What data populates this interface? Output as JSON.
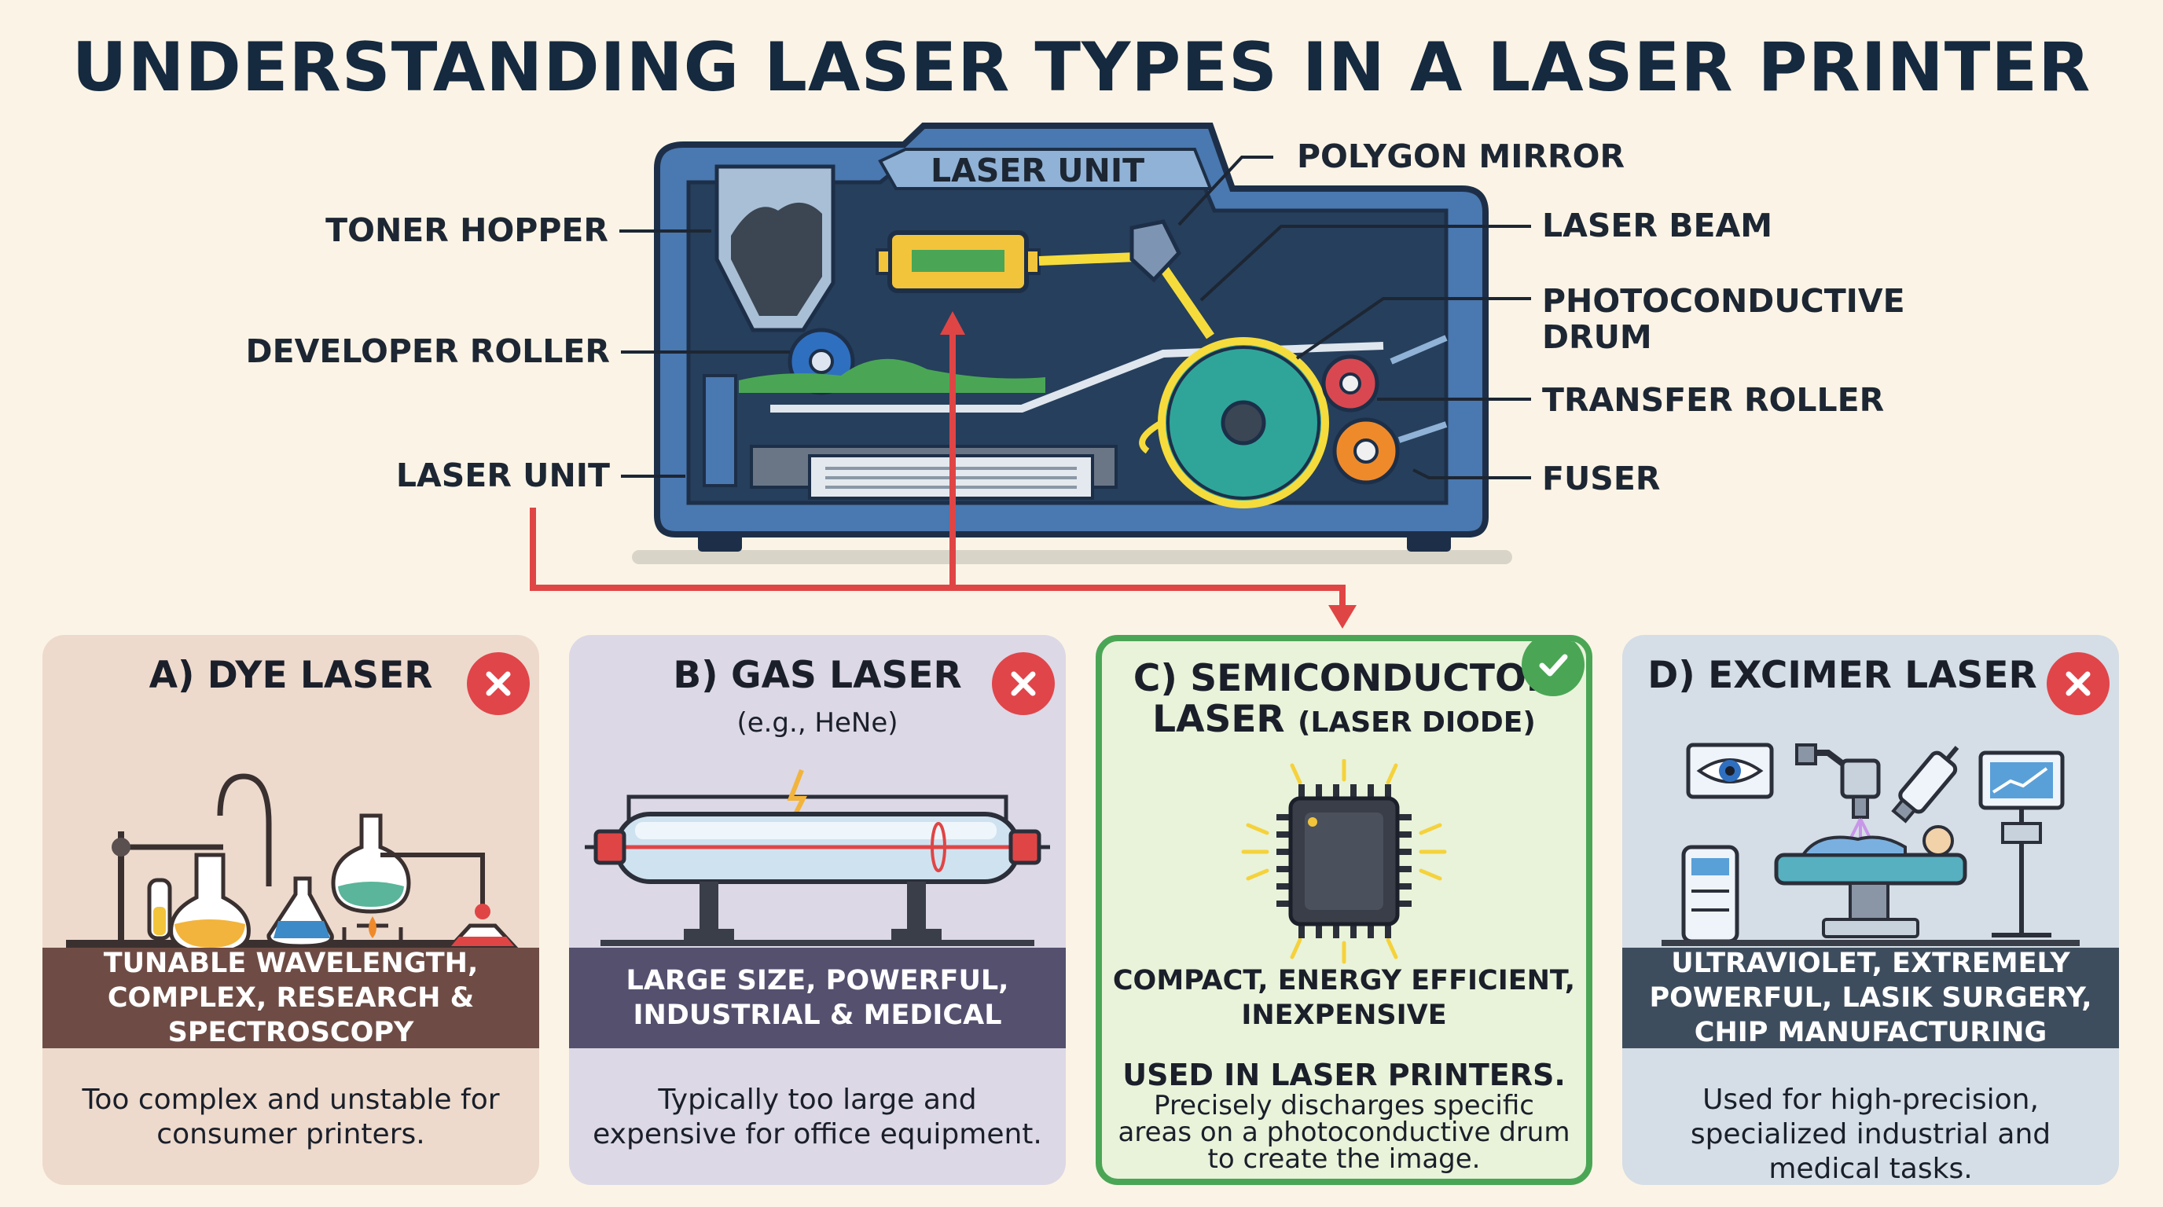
{
  "title": "UNDERSTANDING LASER TYPES IN A LASER PRINTER",
  "printer": {
    "top_label": "LASER UNIT",
    "callouts_left": [
      "TONER HOPPER",
      "DEVELOPER ROLLER",
      "LASER UNIT"
    ],
    "callouts_right": [
      "POLYGON MIRROR",
      "LASER BEAM",
      "PHOTOCONDUCTIVE DRUM",
      "TRANSFER ROLLER",
      "FUSER"
    ]
  },
  "cards": [
    {
      "title": "A) DYE LASER",
      "subtitle": "",
      "band": "TUNABLE WAVELENGTH, COMPLEX, RESEARCH & SPECTROSCOPY",
      "desc": "Too complex and unstable for consumer printers.",
      "status": "x-icon"
    },
    {
      "title": "B) GAS LASER",
      "subtitle": "(e.g., HeNe)",
      "band": "LARGE SIZE, POWERFUL, INDUSTRIAL & MEDICAL",
      "desc": "Typically too large and expensive for office equipment.",
      "status": "x-icon"
    },
    {
      "title_main": "C) SEMICONDUCTOR",
      "title_line2": "LASER",
      "title_paren": "(LASER DIODE)",
      "band": "COMPACT, ENERGY EFFICIENT, INEXPENSIVE",
      "desc_strong": "USED IN LASER PRINTERS.",
      "desc": "Precisely discharges specific areas on a photoconductive drum to create the image.",
      "status": "check-icon"
    },
    {
      "title": "D) EXCIMER LASER",
      "subtitle": "",
      "band": "ULTRAVIOLET, EXTREMELY POWERFUL, LASIK SURGERY, CHIP MANUFACTURING",
      "desc": "Used for high-precision, specialized industrial and medical tasks.",
      "status": "x-icon"
    }
  ],
  "colors": {
    "background": "#fbf4e6",
    "printer_body": "#4a78b0",
    "printer_inner": "#263f5c",
    "laser_red": "#e04545",
    "correct_green": "#4aa655",
    "wrong_red": "#e0454a"
  }
}
